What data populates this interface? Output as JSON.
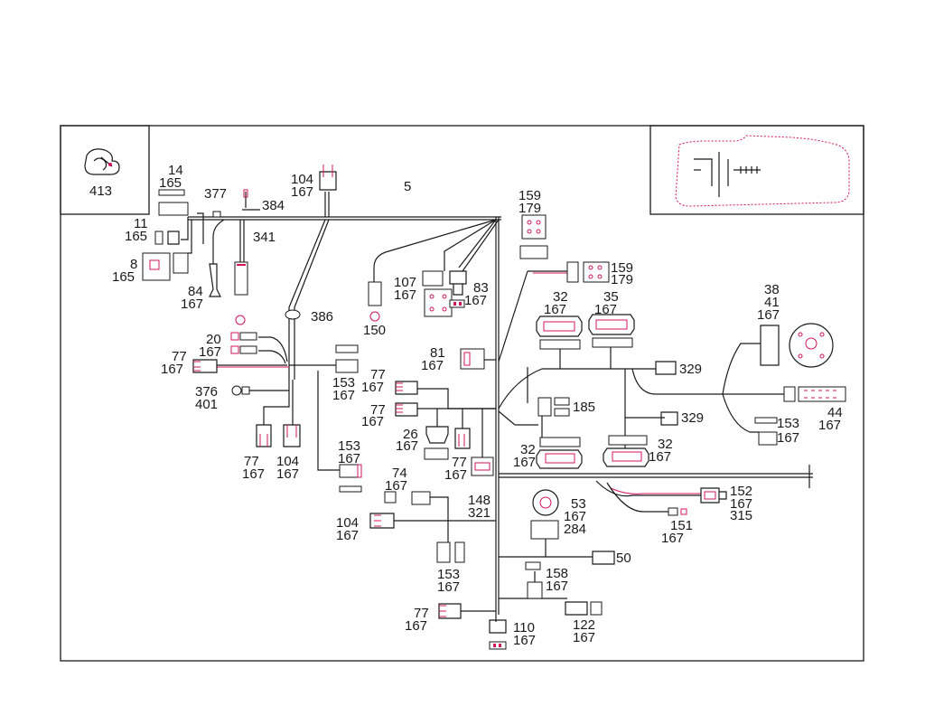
{
  "colors": {
    "ink": "#1a1a1a",
    "accent": "#d4145a",
    "background": "#ffffff"
  },
  "legend_icon": "cable-clip-icon",
  "legend_label": "413",
  "vehicle_icon": "vehicle-outline-icon",
  "labels": {
    "p14": "14",
    "p165a": "165",
    "p377": "377",
    "p384": "384",
    "p104a": "104",
    "p167a": "167",
    "p5": "5",
    "p11": "11",
    "p165b": "165",
    "p341": "341",
    "p8": "8",
    "p165c": "165",
    "p84": "84",
    "p167b": "167",
    "p386": "386",
    "p107": "107",
    "p167c": "167",
    "p83": "83",
    "p167d": "167",
    "p150": "150",
    "p159a": "159",
    "p179a": "179",
    "p159b": "159",
    "p179b": "179",
    "p32a": "32",
    "p167e": "167",
    "p35": "35",
    "p167f": "167",
    "p38": "38",
    "p41": "41",
    "p167g": "167",
    "p20": "20",
    "p167h": "167",
    "p77a": "77",
    "p167i": "167",
    "p81": "81",
    "p167j": "167",
    "p329a": "329",
    "p153a": "153",
    "p167k": "167",
    "p77b": "77",
    "p167l": "167",
    "p376": "376",
    "p401": "401",
    "p77c": "77",
    "p167m": "167",
    "p185": "185",
    "p329b": "329",
    "p44": "44",
    "p167n": "167",
    "p153b": "153",
    "p167o": "167",
    "p26": "26",
    "p167p": "167",
    "p77d": "77",
    "p167q": "167",
    "p104b": "104",
    "p167r": "167",
    "p153c": "153",
    "p167s": "167",
    "p32b": "32",
    "p167t": "167",
    "p32c": "32",
    "p167u": "167",
    "p77e": "77",
    "p167v": "167",
    "p74": "74",
    "p167w": "167",
    "p148": "148",
    "p321": "321",
    "p152": "152",
    "p167x": "167",
    "p315": "315",
    "p53": "53",
    "p167y": "167",
    "p284": "284",
    "p151": "151",
    "p167z": "167",
    "p104c": "104",
    "p167aa": "167",
    "p153d": "153",
    "p167ab": "167",
    "p50": "50",
    "p158": "158",
    "p167ac": "167",
    "p77f": "77",
    "p167ad": "167",
    "p122": "122",
    "p167ae": "167",
    "p110": "110",
    "p167af": "167"
  }
}
